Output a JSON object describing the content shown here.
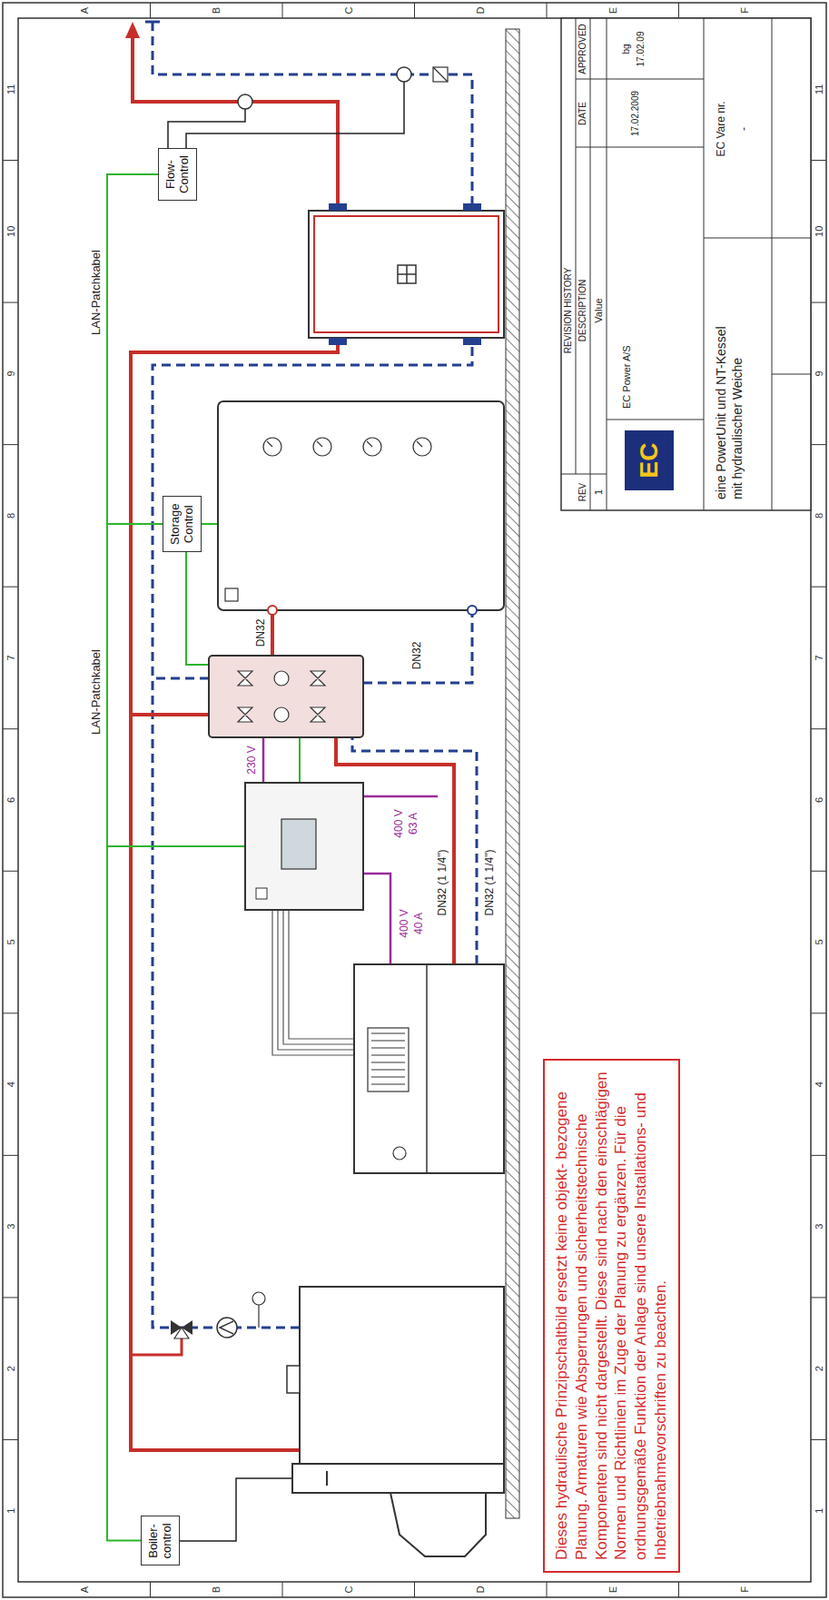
{
  "diagram": {
    "nodes": [
      {
        "text": [
          "Boiler- control"
        ]
      },
      {
        "text": [
          "Storage Control"
        ]
      },
      {
        "text": [
          "Flow- Control"
        ]
      },
      {
        "text": [
          "Dieses hydraulische Prinzipschaltbild ersetzt keine objekt- bezogene Planung. Armaturen wie Absperrungen und sicherheitstechnische Komponenten sind nicht dargestellt. Diese sind nach den einschlägigen Normen und Richtlinien im Zuge der Planung zu ergänzen. Für die ordnungsgemäße Funktion der Anlage sind unsere Installations- und Inbetriebnahmevorschriften zu beachten."
        ]
      }
    ],
    "edges": [
      {
        "from": 0,
        "to": 1,
        "arrow": "none"
      },
      {
        "from": 1,
        "to": 2,
        "arrow": "none"
      }
    ],
    "labels": [
      "LAN-Patchkabel",
      "LAN-Patchkabel",
      "400 V",
      "63 A",
      "400 V",
      "40 A",
      "230 V",
      "DN32 (1 1/4\")",
      "DN32 (1 1/4\")",
      "DN32",
      "DN32",
      "REVISION HISTORY",
      "REV",
      "DESCRIPTION",
      "DATE",
      "APPROVED",
      "1",
      "Value",
      "EC",
      "EC Power A/S",
      "17.02.2009",
      "bg",
      "17.02.09",
      "eine PowerUnit und NT-Kessel mit hydraulischer Weiche",
      "EC Vare nr.",
      "-",
      "1",
      "2",
      "3",
      "4",
      "5",
      "6",
      "7",
      "8",
      "9",
      "10",
      "11",
      "1",
      "2",
      "3",
      "4",
      "5",
      "6",
      "7",
      "8",
      "9",
      "10",
      "11",
      "A",
      "B",
      "C",
      "D",
      "E",
      "F",
      "A",
      "B",
      "C",
      "D",
      "E",
      "F"
    ]
  }
}
